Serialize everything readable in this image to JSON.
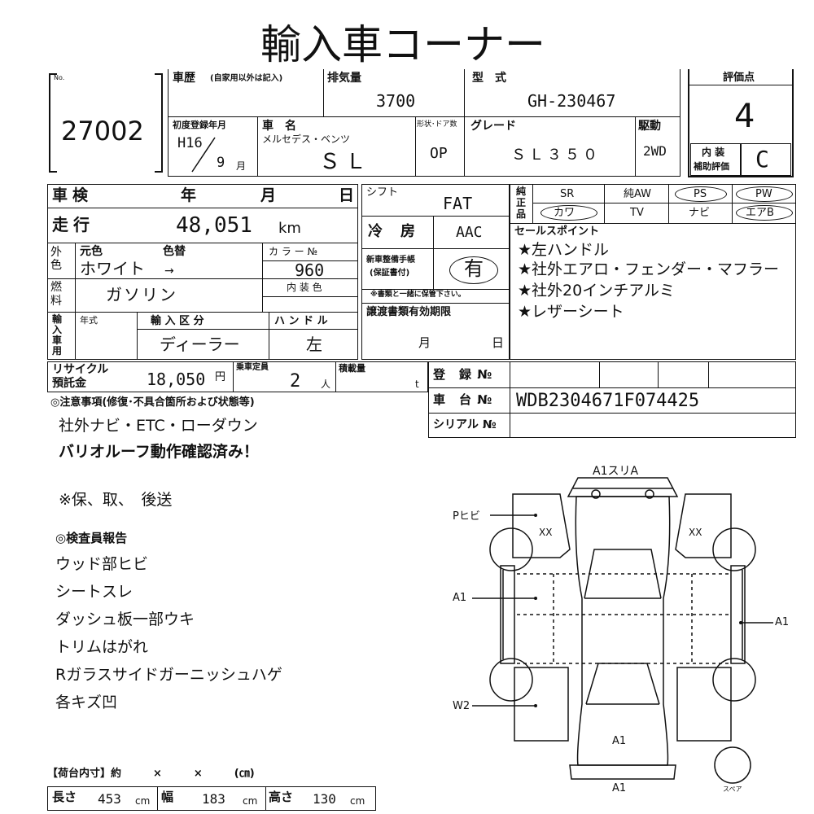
{
  "title": "輸入車コーナー",
  "lot": {
    "no_label": "No.",
    "number": "27002"
  },
  "history": {
    "label": "車歴",
    "note": "(自家用以外は記入)"
  },
  "displacement": {
    "label": "排気量",
    "value": "3700"
  },
  "model_type": {
    "label": "型　式",
    "value": "GH-230467"
  },
  "score": {
    "label": "評価点",
    "value": "4",
    "interior_label_1": "内 装",
    "interior_label_2": "補助評価",
    "interior_value": "C"
  },
  "first_reg": {
    "label": "初度登録年月",
    "era_year": "H16",
    "month": "9",
    "month_unit": "月"
  },
  "car_name": {
    "label": "車　名",
    "maker": "メルセデス・ベンツ",
    "name": "ＳＬ"
  },
  "body_type": {
    "label": "形状･ドア数",
    "value": "OP"
  },
  "grade": {
    "label": "グレード",
    "value": "ＳＬ３５０"
  },
  "drive": {
    "label": "駆動",
    "value": "2WD"
  },
  "inspection": {
    "label": "車検",
    "year": "年",
    "month": "月",
    "day": "日"
  },
  "shift": {
    "label": "シフト",
    "value": "FAT"
  },
  "equipment": {
    "side_label": "純正品",
    "row1": [
      "SR",
      "純AW",
      "PS",
      "PW"
    ],
    "row2": [
      "カワ",
      "TV",
      "ナビ",
      "エアB"
    ]
  },
  "mileage": {
    "label": "走行",
    "value": "48,051",
    "unit": "km"
  },
  "ac": {
    "label": "冷　房",
    "value": "AAC"
  },
  "color": {
    "side_label": "外色",
    "orig_label": "元色",
    "change_label": "色替",
    "code_label": "カ ラ ー №",
    "orig_value": "ホワイト",
    "arrow": "→",
    "code_value": "960",
    "interior_label": "内 装 色"
  },
  "manual": {
    "label1": "新車整備手帳",
    "label2": "(保証書付)",
    "value": "有",
    "note": "※書類と一緒に保管下さい。"
  },
  "fuel": {
    "side_label": "燃料",
    "value": "ガソリン"
  },
  "import": {
    "side_label": "輸入車用",
    "year_label": "年式",
    "class_label": "輸 入 区 分",
    "class_value": "ディーラー",
    "handle_label": "ハ ン ド ル",
    "handle_value": "左"
  },
  "transfer": {
    "label": "譲渡書類有効期限",
    "month": "月",
    "day": "日"
  },
  "sales_points": {
    "label": "セールスポイント",
    "items": [
      "★左ハンドル",
      "★社外エアロ・フェンダー・マフラー",
      "★社外20インチアルミ",
      "★レザーシート"
    ]
  },
  "recycle": {
    "label1": "リサイクル",
    "label2": "預託金",
    "value": "18,050",
    "unit": "円"
  },
  "capacity": {
    "label": "乗車定員",
    "value": "2",
    "unit": "人"
  },
  "load": {
    "label": "積載量",
    "unit": "t"
  },
  "registration": {
    "label": "登　録 №"
  },
  "chassis": {
    "label": "車　台 №",
    "value": "WDB2304671F074425"
  },
  "serial": {
    "label": "シリアル №"
  },
  "notes": {
    "header": "◎注意事項(修復･不具合箇所および状態等)",
    "lines": [
      "社外ナビ・ETC・ローダウン",
      "バリオルーフ動作確認済み！",
      "",
      "※保、取、　後送"
    ]
  },
  "inspector": {
    "header": "◎検査員報告",
    "lines": [
      "ウッド部ヒビ",
      "シートスレ",
      "ダッシュ板一部ウキ",
      "トリムはがれ",
      "Rガラスサイドガーニッシュハゲ",
      "各キズ凹"
    ]
  },
  "cargo": {
    "header": "【荷台内寸】約　　　×　　　×　　　(㎝)",
    "len_label": "長さ",
    "len_value": "453",
    "wid_label": "幅",
    "wid_value": "183",
    "hgt_label": "高さ",
    "hgt_value": "130",
    "unit": "cm"
  },
  "diagram": {
    "a1_top": "A1スリA",
    "p_hibi": "Pヒビ",
    "xx_left": "XX",
    "xx_right": "XX",
    "a1_left": "A1",
    "a1_right": "A1",
    "w2": "W2",
    "a1_rear": "A1",
    "a1_bottom": "A1",
    "spare": "スペア"
  }
}
